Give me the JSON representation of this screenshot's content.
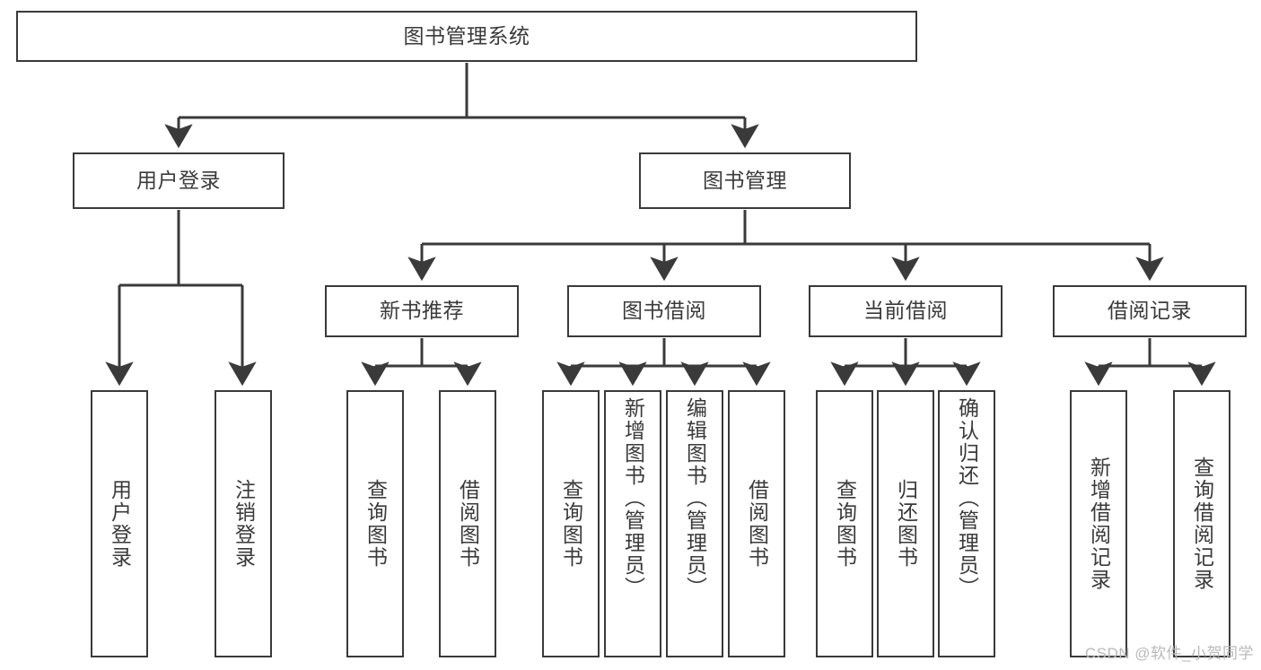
{
  "diagram": {
    "title": "图书管理系统",
    "type": "hierarchy-tree",
    "watermark": "CSDN @软件_小贺同学",
    "colors": {
      "stroke": "#3a3a3a",
      "box_fill": "#ffffff",
      "text": "#3a3a3a",
      "watermark": "#b9b9b9",
      "background": "#ffffff"
    },
    "levels": [
      {
        "level": 1,
        "nodes": [
          {
            "id": "root",
            "label": "图书管理系统",
            "orientation": "horizontal"
          }
        ]
      },
      {
        "level": 2,
        "nodes": [
          {
            "id": "user-login",
            "label": "用户登录",
            "orientation": "horizontal",
            "parent": "root"
          },
          {
            "id": "book-manage",
            "label": "图书管理",
            "orientation": "horizontal",
            "parent": "root"
          }
        ]
      },
      {
        "level": 3,
        "nodes": [
          {
            "id": "new-book-rec",
            "label": "新书推荐",
            "orientation": "horizontal",
            "parent": "book-manage"
          },
          {
            "id": "book-borrow",
            "label": "图书借阅",
            "orientation": "horizontal",
            "parent": "book-manage"
          },
          {
            "id": "current-borrow",
            "label": "当前借阅",
            "orientation": "horizontal",
            "parent": "book-manage"
          },
          {
            "id": "borrow-record",
            "label": "借阅记录",
            "orientation": "horizontal",
            "parent": "book-manage"
          }
        ]
      },
      {
        "level": 4,
        "nodes": [
          {
            "id": "leaf-user-login",
            "label": "用户登录",
            "orientation": "vertical",
            "parent": "user-login"
          },
          {
            "id": "leaf-logout",
            "label": "注销登录",
            "orientation": "vertical",
            "parent": "user-login"
          },
          {
            "id": "leaf-query-book-1",
            "label": "查询图书",
            "orientation": "vertical",
            "parent": "new-book-rec"
          },
          {
            "id": "leaf-borrow-book-1",
            "label": "借阅图书",
            "orientation": "vertical",
            "parent": "new-book-rec"
          },
          {
            "id": "leaf-query-book-2",
            "label": "查询图书",
            "orientation": "vertical",
            "parent": "book-borrow"
          },
          {
            "id": "leaf-add-book",
            "label": "新增图书（管理员）",
            "orientation": "vertical",
            "parent": "book-borrow"
          },
          {
            "id": "leaf-edit-book",
            "label": "编辑图书（管理员）",
            "orientation": "vertical",
            "parent": "book-borrow"
          },
          {
            "id": "leaf-borrow-book-2",
            "label": "借阅图书",
            "orientation": "vertical",
            "parent": "book-borrow"
          },
          {
            "id": "leaf-query-book-3",
            "label": "查询图书",
            "orientation": "vertical",
            "parent": "current-borrow"
          },
          {
            "id": "leaf-return-book",
            "label": "归还图书",
            "orientation": "vertical",
            "parent": "current-borrow"
          },
          {
            "id": "leaf-confirm-return",
            "label": "确认归还（管理员）",
            "orientation": "vertical",
            "parent": "current-borrow"
          },
          {
            "id": "leaf-add-record",
            "label": "新增借阅记录",
            "orientation": "vertical",
            "parent": "borrow-record"
          },
          {
            "id": "leaf-query-record",
            "label": "查询借阅记录",
            "orientation": "vertical",
            "parent": "borrow-record"
          }
        ]
      }
    ]
  }
}
